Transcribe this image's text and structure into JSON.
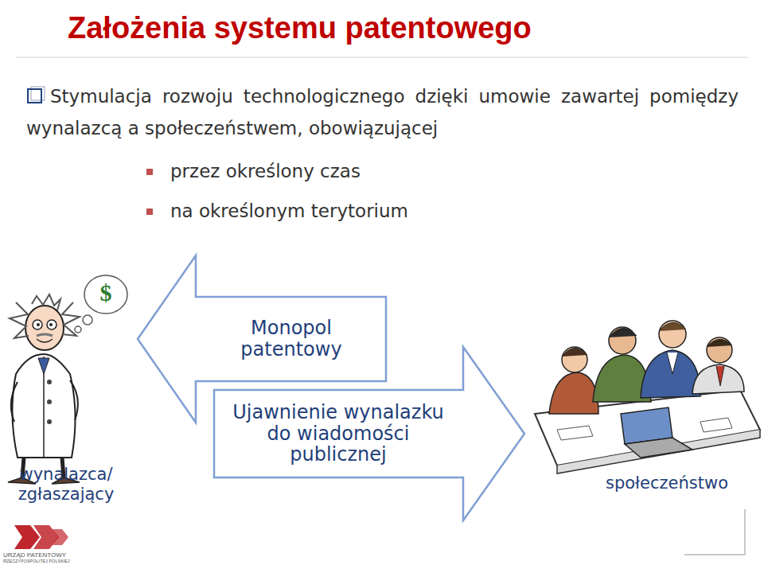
{
  "diagram": {
    "title": "Założenia systemu patentowego",
    "nodes": [
      {
        "text": [
          "Monopol patentowy"
        ]
      },
      {
        "text": [
          "Ujawnienie wynalazku do wiadomości publicznej"
        ]
      }
    ],
    "labels": [
      "Stymulacja rozwoju technologicznego dzięki umowie zawartej pomiędzy wynalazcą a społeczeństwem, obowiązującej",
      "przez określony czas",
      "na określonym terytorium",
      "$",
      "wynalazca/ zgłaszający",
      "społeczeństwo",
      "URZĄD PATENTOWY",
      "RZECZYPOSPOLITEJ POLSKIEJ"
    ]
  }
}
